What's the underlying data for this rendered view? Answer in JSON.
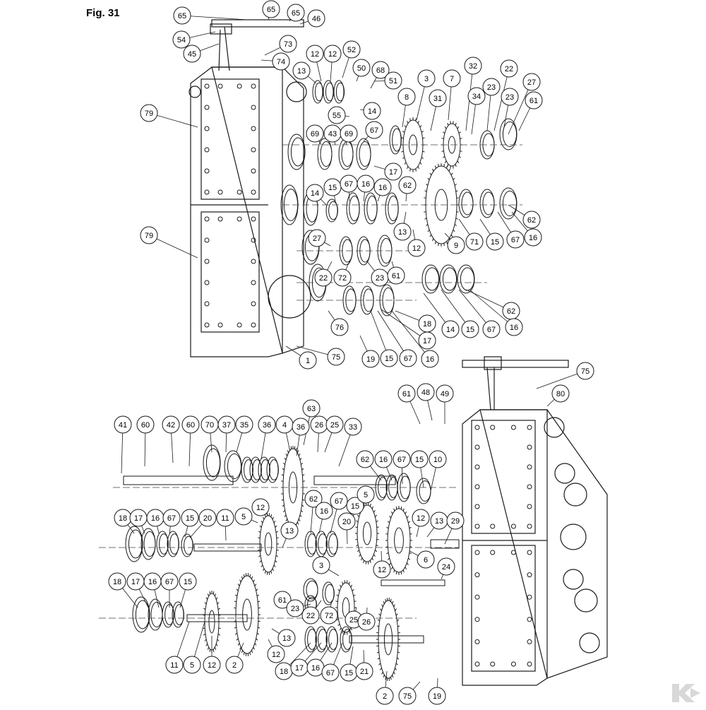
{
  "figure": {
    "title": "Fig. 31"
  },
  "colors": {
    "line": "#1a1a1a",
    "bubble_fill": "#ffffff",
    "logo": "#d8d8d8"
  },
  "callouts": {
    "upper": [
      "65",
      "65",
      "65",
      "46",
      "54",
      "45",
      "73",
      "74",
      "12",
      "12",
      "52",
      "13",
      "50",
      "68",
      "51",
      "3",
      "7",
      "32",
      "22",
      "27",
      "8",
      "31",
      "34",
      "23",
      "23",
      "61",
      "55",
      "14",
      "79",
      "69",
      "43",
      "69",
      "67",
      "17",
      "14",
      "15",
      "67",
      "16",
      "16",
      "62",
      "13",
      "12",
      "9",
      "71",
      "15",
      "67",
      "16",
      "62",
      "27",
      "22",
      "72",
      "23",
      "61",
      "62",
      "14",
      "15",
      "67",
      "16",
      "18",
      "17",
      "76",
      "19",
      "15",
      "67",
      "16",
      "1",
      "75",
      "79"
    ],
    "lower": [
      "75",
      "80",
      "61",
      "48",
      "49",
      "63",
      "41",
      "60",
      "42",
      "60",
      "70",
      "37",
      "35",
      "36",
      "4",
      "36",
      "26",
      "25",
      "33",
      "62",
      "16",
      "67",
      "15",
      "10",
      "18",
      "17",
      "16",
      "67",
      "15",
      "20",
      "11",
      "5",
      "12",
      "13",
      "62",
      "16",
      "67",
      "15",
      "5",
      "20",
      "12",
      "13",
      "29",
      "12",
      "6",
      "3",
      "24",
      "18",
      "17",
      "16",
      "67",
      "15",
      "61",
      "23",
      "72",
      "22",
      "25",
      "26",
      "11",
      "5",
      "12",
      "2",
      "13",
      "12",
      "18",
      "17",
      "16",
      "67",
      "15",
      "21",
      "2",
      "75",
      "19"
    ]
  }
}
